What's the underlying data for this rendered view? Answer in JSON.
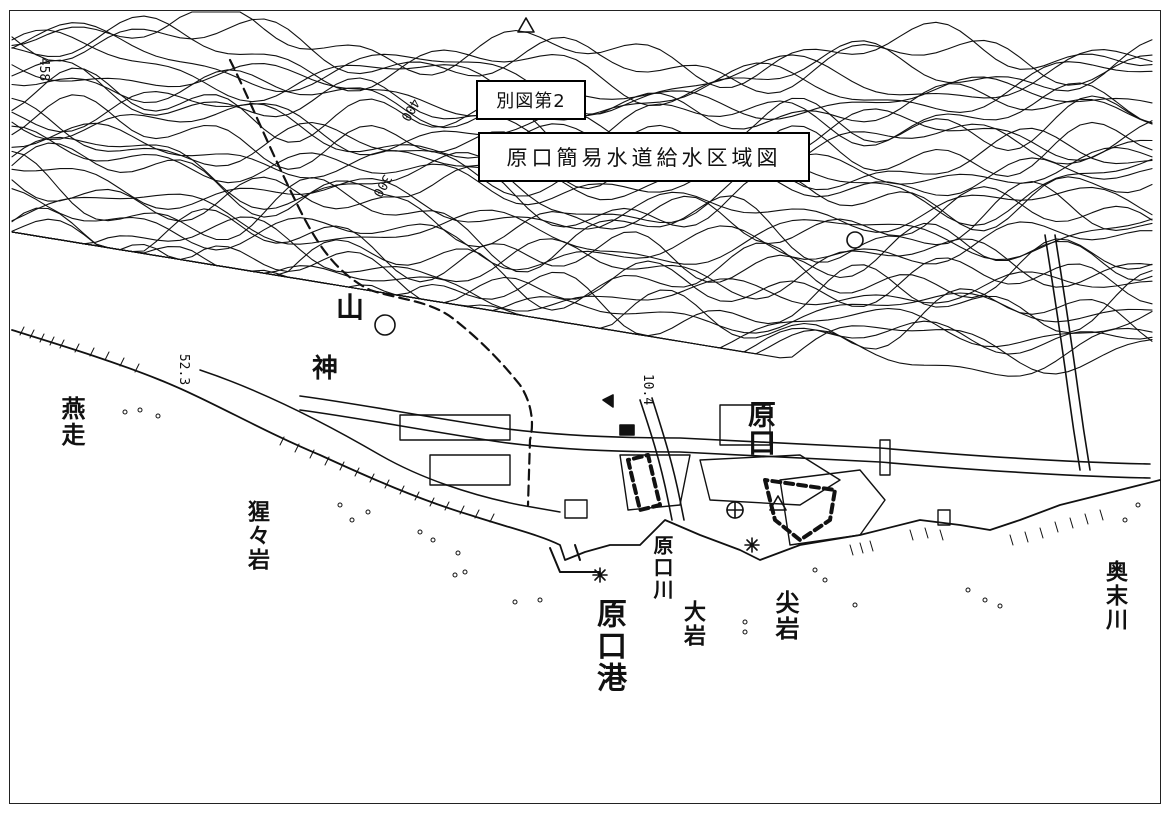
{
  "map": {
    "figure_number": "別図第2",
    "title": "原口簡易水道給水区域図",
    "place_labels": {
      "tsubamebashiri": "燕走",
      "saruiwa": "猩々岩",
      "haraguchi_port": "原口港",
      "haraguchi_river": "原口川",
      "oiwa": "大岩",
      "togariiwa": "尖岩",
      "okusue_river": "奥末川",
      "haraguchi_village": "原口",
      "mountain_kanji": "山",
      "kami": "神"
    },
    "elevations": {
      "spot_458": "458",
      "spot_400": "400",
      "spot_300": "300",
      "spot_52_3": "52.3",
      "spot_10_4": "10.4"
    }
  }
}
